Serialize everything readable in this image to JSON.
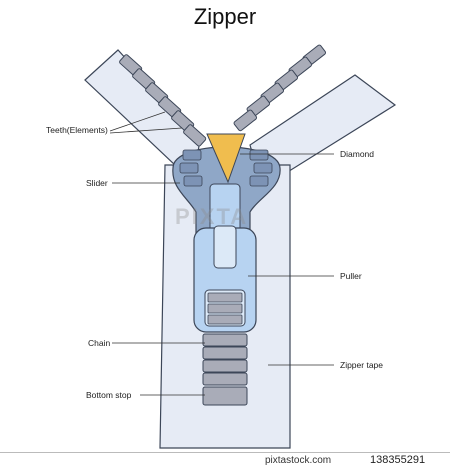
{
  "title": "Zipper",
  "labels": {
    "teeth": "Teeth(Elements)",
    "slider": "Slider",
    "chain": "Chain",
    "bottom_stop": "Bottom stop",
    "diamond": "Diamond",
    "puller": "Puller",
    "zipper_tape": "Zipper tape"
  },
  "watermark": "PIXTA",
  "footer": {
    "site": "pixtastock.com",
    "image_number": "138355291"
  },
  "colors": {
    "tape": "#e6ebf5",
    "outline": "#3c4658",
    "teeth": "#a9acb8",
    "slider": "#8fa7c7",
    "puller": "#b7d3f1",
    "diamond": "#f0bd4e"
  }
}
